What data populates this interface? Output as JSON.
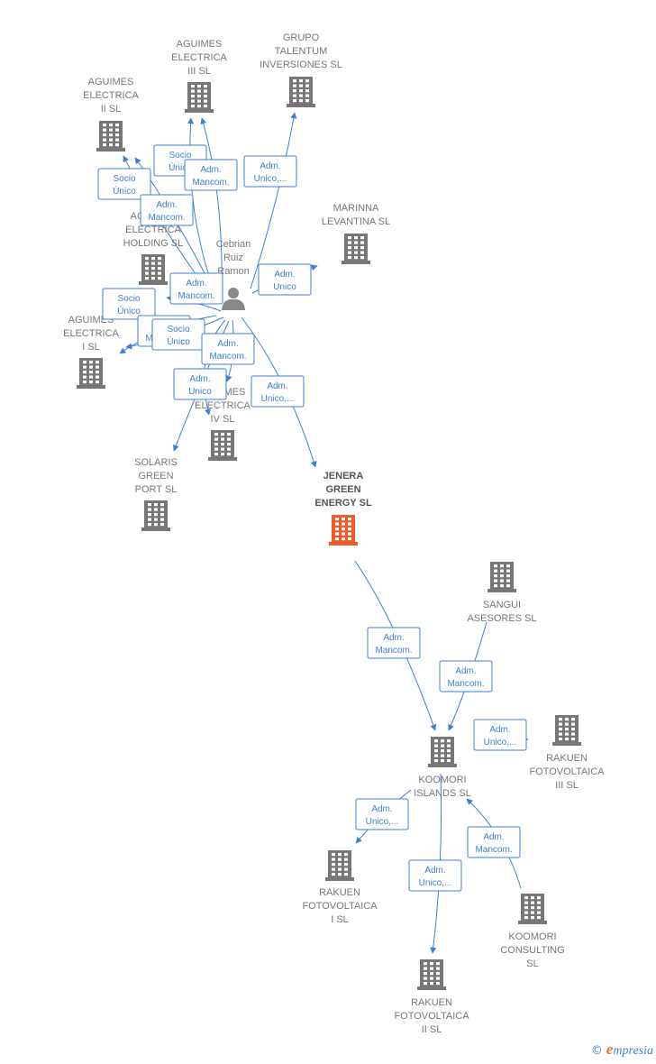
{
  "colors": {
    "edge": "#3d7fd6",
    "building": "#777777",
    "focus": "#f05a28",
    "person": "#888888"
  },
  "nodes": [
    {
      "id": "aguimes3",
      "type": "company",
      "icon": "building-icon",
      "lines": [
        "AGUIMES",
        "ELECTRICA",
        "III SL"
      ]
    },
    {
      "id": "talentum",
      "type": "company",
      "icon": "building-icon",
      "lines": [
        "GRUPO",
        "TALENTUM",
        "INVERSIONES SL"
      ]
    },
    {
      "id": "aguimes2",
      "type": "company",
      "icon": "building-icon",
      "lines": [
        "AGUIMES",
        "ELECTRICA",
        "II SL"
      ]
    },
    {
      "id": "marinna",
      "type": "company",
      "icon": "building-icon",
      "lines": [
        "MARINNA",
        "LEVANTINA SL"
      ]
    },
    {
      "id": "holding",
      "type": "company",
      "icon": "building-icon",
      "lines": [
        "AGUIMES",
        "ELECTRICA",
        "HOLDING SL"
      ]
    },
    {
      "id": "person",
      "type": "person",
      "icon": "person-icon",
      "lines": [
        "Cebrian",
        "Ruiz",
        "Ramon"
      ]
    },
    {
      "id": "aguimes1",
      "type": "company",
      "icon": "building-icon",
      "lines": [
        "AGUIMES",
        "ELECTRICA",
        "I SL"
      ]
    },
    {
      "id": "aguimes4",
      "type": "company",
      "icon": "building-icon",
      "lines": [
        "AGUIMES",
        "ELECTRICA",
        "IV SL"
      ]
    },
    {
      "id": "solaris",
      "type": "company",
      "icon": "building-icon",
      "lines": [
        "SOLARIS",
        "GREEN",
        "PORT  SL"
      ]
    },
    {
      "id": "jenera",
      "type": "focus",
      "icon": "building-icon",
      "lines": [
        "JENERA",
        "GREEN",
        "ENERGY  SL"
      ]
    },
    {
      "id": "sangui",
      "type": "company",
      "icon": "building-icon",
      "lines": [
        "SANGUI",
        "ASESORES SL"
      ]
    },
    {
      "id": "rakuen3",
      "type": "company",
      "icon": "building-icon",
      "lines": [
        "RAKUEN",
        "FOTOVOLTAICA",
        "III  SL"
      ]
    },
    {
      "id": "koomori",
      "type": "company",
      "icon": "building-icon",
      "lines": [
        "KOOMORI",
        "ISLANDS  SL"
      ]
    },
    {
      "id": "rakuen1",
      "type": "company",
      "icon": "building-icon",
      "lines": [
        "RAKUEN",
        "FOTOVOLTAICA",
        "I  SL"
      ]
    },
    {
      "id": "koomoric",
      "type": "company",
      "icon": "building-icon",
      "lines": [
        "KOOMORI",
        "CONSULTING",
        "SL"
      ]
    },
    {
      "id": "rakuen2",
      "type": "company",
      "icon": "building-icon",
      "lines": [
        "RAKUEN",
        "FOTOVOLTAICA",
        "II  SL"
      ]
    }
  ],
  "edges": [
    {
      "from": "person",
      "to": "aguimes2",
      "label": [
        "Socio",
        "Único"
      ]
    },
    {
      "from": "person",
      "to": "aguimes2",
      "label": [
        "Adm.",
        "Mancom."
      ]
    },
    {
      "from": "person",
      "to": "aguimes3",
      "label": [
        "Socio",
        "Único"
      ]
    },
    {
      "from": "person",
      "to": "aguimes3",
      "label": [
        "Adm.",
        "Mancom."
      ]
    },
    {
      "from": "person",
      "to": "talentum",
      "label": [
        "Adm.",
        "Unico,..."
      ]
    },
    {
      "from": "person",
      "to": "marinna",
      "label": [
        "Adm.",
        "Unico"
      ]
    },
    {
      "from": "person",
      "to": "holding",
      "label": [
        "Adm.",
        "Mancom."
      ]
    },
    {
      "from": "person",
      "to": "aguimes1",
      "label": [
        "Socio",
        "Único"
      ]
    },
    {
      "from": "person",
      "to": "aguimes1",
      "label": [
        "Adm.",
        "Mancom."
      ]
    },
    {
      "from": "person",
      "to": "aguimes4",
      "label": [
        "Socio",
        "Único"
      ]
    },
    {
      "from": "person",
      "to": "aguimes4",
      "label": [
        "Adm.",
        "Mancom."
      ]
    },
    {
      "from": "person",
      "to": "solaris",
      "label": [
        "Adm.",
        "Unico"
      ]
    },
    {
      "from": "person",
      "to": "jenera",
      "label": [
        "Adm.",
        "Unico,..."
      ]
    },
    {
      "from": "jenera",
      "to": "koomori",
      "label": [
        "Adm.",
        "Mancom."
      ]
    },
    {
      "from": "sangui",
      "to": "koomori",
      "label": [
        "Adm.",
        "Mancom."
      ]
    },
    {
      "from": "koomori",
      "to": "rakuen3",
      "label": [
        "Adm.",
        "Unico,..."
      ]
    },
    {
      "from": "koomori",
      "to": "rakuen1",
      "label": [
        "Adm.",
        "Unico,..."
      ]
    },
    {
      "from": "koomoric",
      "to": "koomori",
      "label": [
        "Adm.",
        "Mancom."
      ]
    },
    {
      "from": "koomori",
      "to": "rakuen2",
      "label": [
        "Adm.",
        "Unico,..."
      ]
    }
  ],
  "footer": {
    "copyright": "©",
    "brand_initial": "e",
    "brand_rest": "mpresia"
  }
}
